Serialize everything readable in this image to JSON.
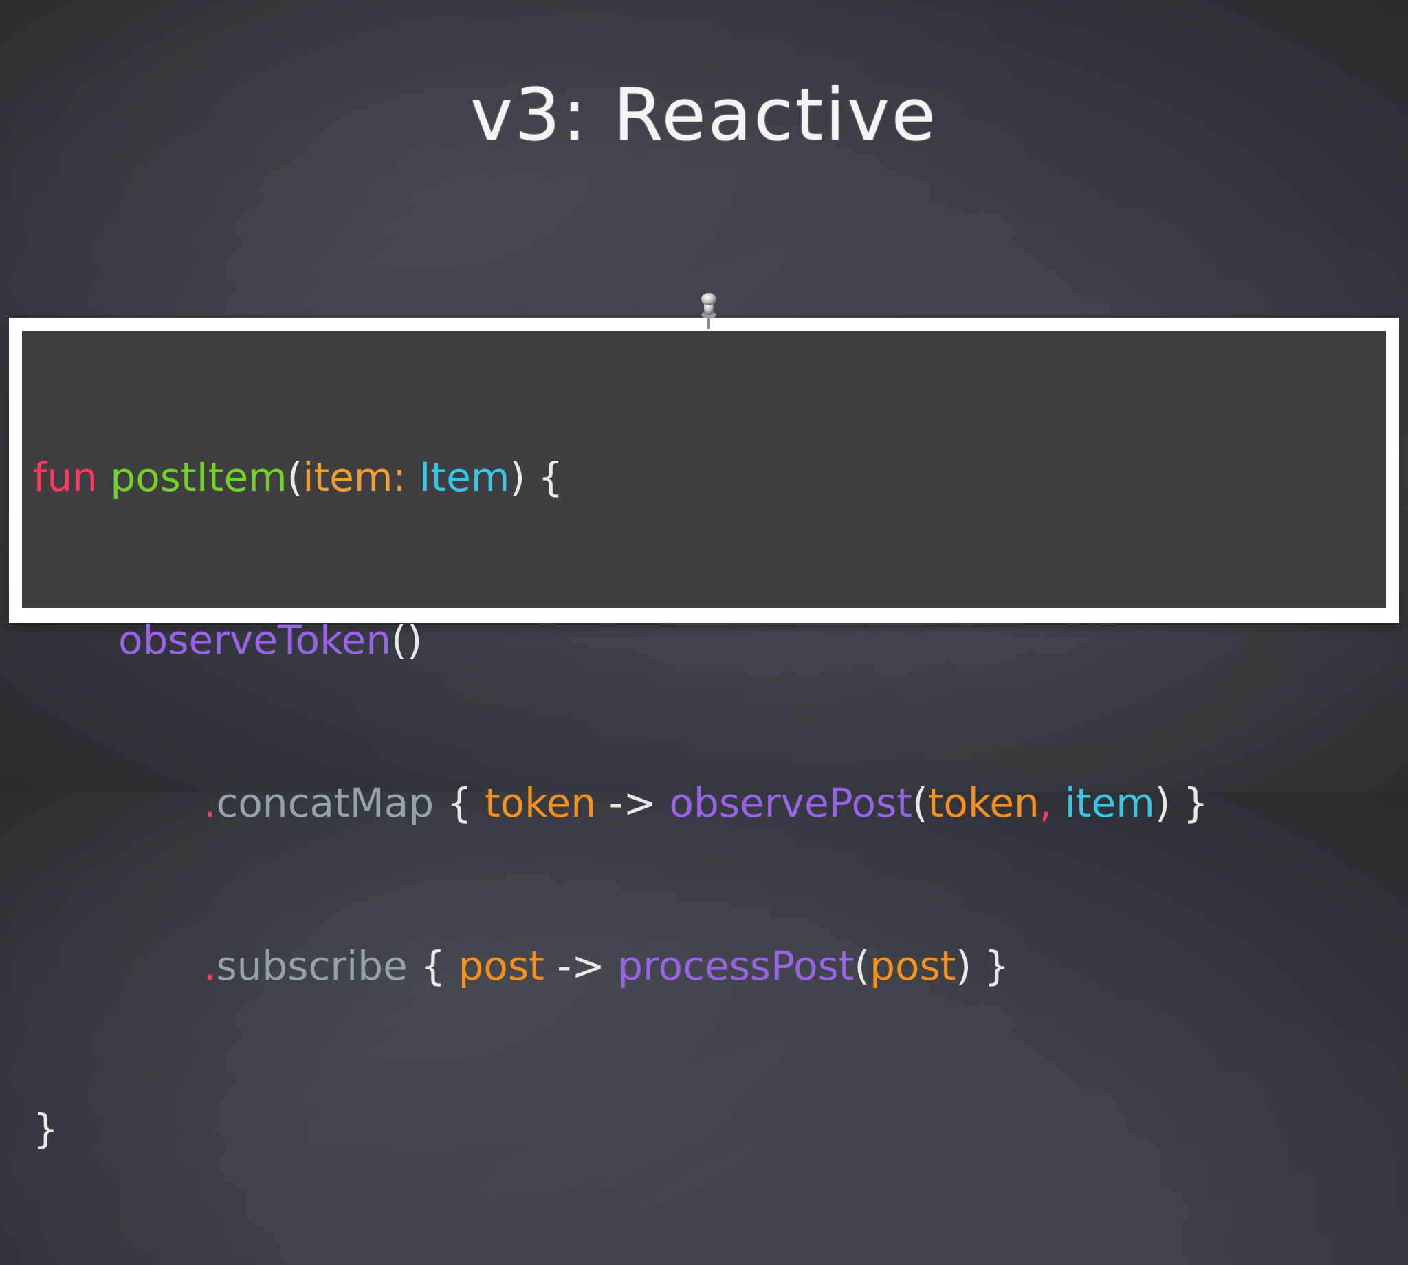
{
  "slide": {
    "title": "v3: Reactive"
  },
  "code": {
    "line1": {
      "keyword": "fun",
      "function_name": "postItem",
      "open_paren": "(",
      "param_name": "item",
      "colon": ":",
      "param_type": "Item",
      "close_paren": ")",
      "open_brace": "{"
    },
    "line2": {
      "call": "observeToken",
      "parens": "()"
    },
    "line3": {
      "dot": ".",
      "method": "concatMap",
      "open_brace": "{",
      "lambda_param": "token",
      "arrow": "->",
      "call": "observePost",
      "open_paren": "(",
      "arg1": "token",
      "comma": ",",
      "arg2": "item",
      "close_paren": ")",
      "close_brace": "}"
    },
    "line4": {
      "dot": ".",
      "method": "subscribe",
      "open_brace": "{",
      "lambda_param": "post",
      "arrow": "->",
      "call": "processPost",
      "open_paren": "(",
      "arg": "post",
      "close_paren": ")",
      "close_brace": "}"
    },
    "line5": {
      "close_brace": "}"
    }
  },
  "colors": {
    "chalkboard": "#3d4148",
    "code_background": "#3f3f41",
    "card_border": "#ffffff",
    "keyword": "#ff3a5c",
    "function_name": "#72d12a",
    "parameter": "#f0a030",
    "type": "#37c6e6",
    "call": "#9a62e6",
    "method": "#93a3a8",
    "variable": "#f5901e",
    "punctuation": "#e8e8e8"
  },
  "icons": {
    "pin": "pushpin-icon"
  }
}
